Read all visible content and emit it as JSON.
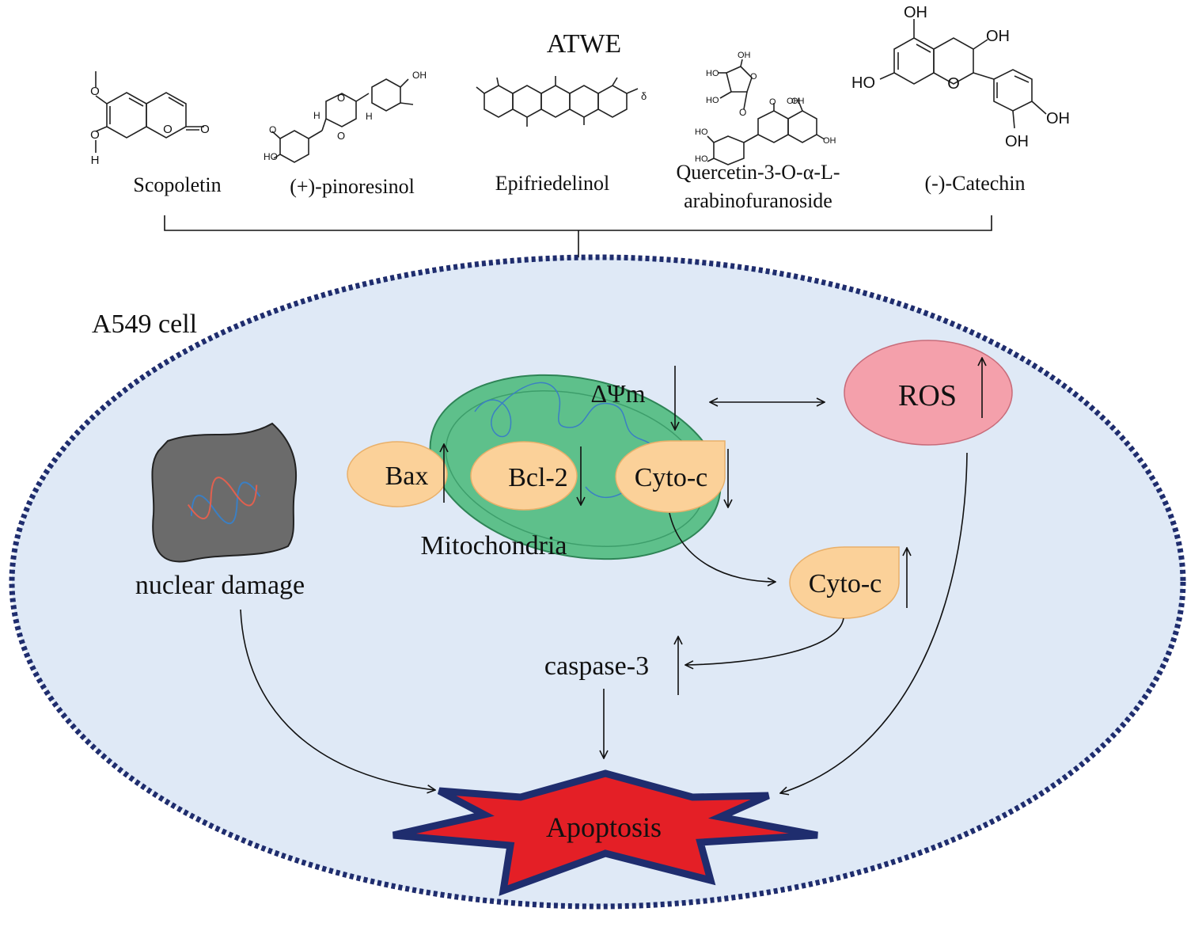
{
  "title": "ATWE",
  "compounds": [
    {
      "label": "Scopoletin",
      "atoms": [
        "O",
        "O",
        "H",
        "O",
        "O"
      ]
    },
    {
      "label": "(+)-pinoresinol",
      "atoms": [
        "OH",
        "O",
        "O",
        "H",
        "H",
        "O",
        "HO"
      ]
    },
    {
      "label": "Epifriedelinol",
      "atoms": [
        "δ"
      ]
    },
    {
      "label_line1": "Quercetin-3-O-α-L-",
      "label_line2": "arabinofuranoside",
      "atoms": [
        "OH",
        "HO",
        "HO",
        "O",
        "O",
        "OH",
        "HO",
        "HO",
        "O",
        "OH",
        "OH"
      ]
    },
    {
      "label": "(-)-Catechin",
      "atoms": [
        "OH",
        "OH",
        "HO",
        "O",
        "OH",
        "OH"
      ]
    }
  ],
  "cell": {
    "label": "A549 cell",
    "background": "#dfe9f6",
    "border": "#1f2d6e"
  },
  "nodes": {
    "delta_psi": "ΔΨm",
    "ros": "ROS",
    "bax": "Bax",
    "bcl2": "Bcl-2",
    "cyto_c_mito": "Cyto-c",
    "mitochondria": "Mitochondria",
    "cyto_c_release": "Cyto-c",
    "nuclear_damage": "nuclear damage",
    "caspase3": "caspase-3",
    "apoptosis": "Apoptosis"
  },
  "colors": {
    "mitochondria": "#5ec08b",
    "protein": "#fbd199",
    "ros": "#f4a0ab",
    "nucleus": "#6b6b6b",
    "apoptosis_fill": "#e41f26",
    "apoptosis_border": "#1f2d6e"
  }
}
